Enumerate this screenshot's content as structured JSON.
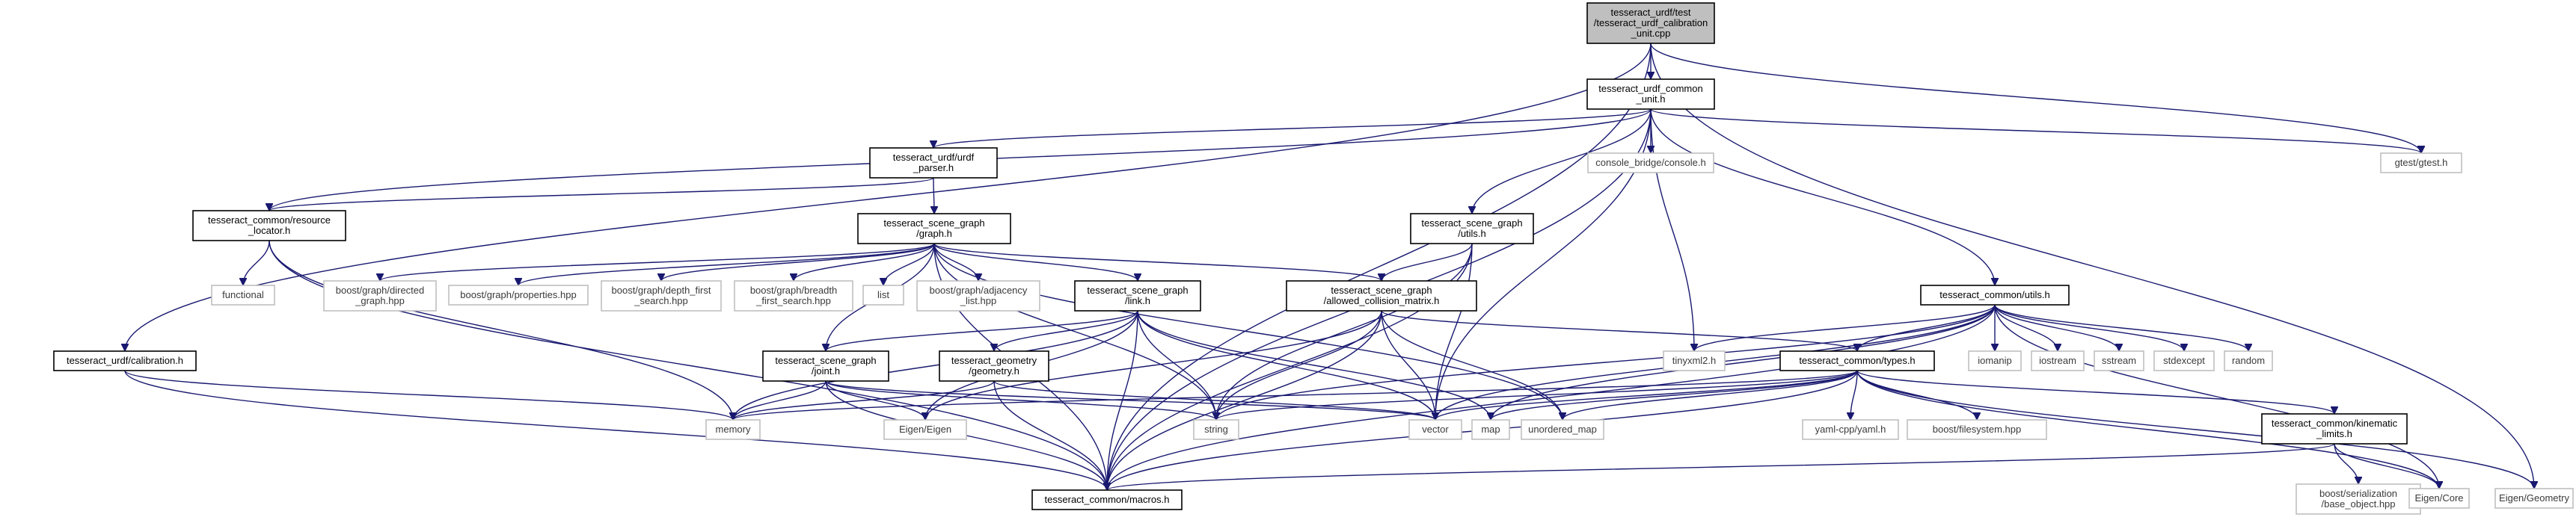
{
  "diagram": {
    "nodes": [
      {
        "id": "root",
        "kind": "root",
        "lines": [
          "tesseract_urdf/test",
          "/tesseract_urdf_calibration",
          "_unit.cpp"
        ]
      },
      {
        "id": "common_unit",
        "kind": "primary",
        "lines": [
          "tesseract_urdf_common",
          "_unit.h"
        ]
      },
      {
        "id": "urdf_parser",
        "kind": "primary",
        "lines": [
          "tesseract_urdf/urdf",
          "_parser.h"
        ]
      },
      {
        "id": "console",
        "kind": "external",
        "lines": [
          "console_bridge/console.h"
        ]
      },
      {
        "id": "gtest",
        "kind": "external",
        "lines": [
          "gtest/gtest.h"
        ]
      },
      {
        "id": "resource_locator",
        "kind": "primary",
        "lines": [
          "tesseract_common/resource",
          "_locator.h"
        ]
      },
      {
        "id": "graph_h",
        "kind": "primary",
        "lines": [
          "tesseract_scene_graph",
          "/graph.h"
        ]
      },
      {
        "id": "sg_utils",
        "kind": "primary",
        "lines": [
          "tesseract_scene_graph",
          "/utils.h"
        ]
      },
      {
        "id": "common_utils",
        "kind": "primary",
        "lines": [
          "tesseract_common/utils.h"
        ]
      },
      {
        "id": "functional",
        "kind": "external",
        "lines": [
          "functional"
        ]
      },
      {
        "id": "directed",
        "kind": "external",
        "lines": [
          "boost/graph/directed",
          "_graph.hpp"
        ]
      },
      {
        "id": "properties",
        "kind": "external",
        "lines": [
          "boost/graph/properties.hpp"
        ]
      },
      {
        "id": "dfs",
        "kind": "external",
        "lines": [
          "boost/graph/depth_first",
          "_search.hpp"
        ]
      },
      {
        "id": "bfs",
        "kind": "external",
        "lines": [
          "boost/graph/breadth",
          "_first_search.hpp"
        ]
      },
      {
        "id": "list",
        "kind": "external",
        "lines": [
          "list"
        ]
      },
      {
        "id": "adjacency",
        "kind": "external",
        "lines": [
          "boost/graph/adjacency",
          "_list.hpp"
        ]
      },
      {
        "id": "link_h",
        "kind": "primary",
        "lines": [
          "tesseract_scene_graph",
          "/link.h"
        ]
      },
      {
        "id": "acm",
        "kind": "primary",
        "lines": [
          "tesseract_scene_graph",
          "/allowed_collision_matrix.h"
        ]
      },
      {
        "id": "calibration",
        "kind": "primary",
        "lines": [
          "tesseract_urdf/calibration.h"
        ]
      },
      {
        "id": "joint_h",
        "kind": "primary",
        "lines": [
          "tesseract_scene_graph",
          "/joint.h"
        ]
      },
      {
        "id": "geometry_h",
        "kind": "primary",
        "lines": [
          "tesseract_geometry",
          "/geometry.h"
        ]
      },
      {
        "id": "tinyxml",
        "kind": "external",
        "lines": [
          "tinyxml2.h"
        ]
      },
      {
        "id": "types_h",
        "kind": "primary",
        "lines": [
          "tesseract_common/types.h"
        ]
      },
      {
        "id": "iomanip",
        "kind": "external",
        "lines": [
          "iomanip"
        ]
      },
      {
        "id": "iostream",
        "kind": "external",
        "lines": [
          "iostream"
        ]
      },
      {
        "id": "sstream",
        "kind": "external",
        "lines": [
          "sstream"
        ]
      },
      {
        "id": "stdexcept",
        "kind": "external",
        "lines": [
          "stdexcept"
        ]
      },
      {
        "id": "random",
        "kind": "external",
        "lines": [
          "random"
        ]
      },
      {
        "id": "memory",
        "kind": "external",
        "lines": [
          "memory"
        ]
      },
      {
        "id": "eigen",
        "kind": "external",
        "lines": [
          "Eigen/Eigen"
        ]
      },
      {
        "id": "string",
        "kind": "external",
        "lines": [
          "string"
        ]
      },
      {
        "id": "vector",
        "kind": "external",
        "lines": [
          "vector"
        ]
      },
      {
        "id": "map",
        "kind": "external",
        "lines": [
          "map"
        ]
      },
      {
        "id": "unordered_map",
        "kind": "external",
        "lines": [
          "unordered_map"
        ]
      },
      {
        "id": "yaml",
        "kind": "external",
        "lines": [
          "yaml-cpp/yaml.h"
        ]
      },
      {
        "id": "filesystem",
        "kind": "external",
        "lines": [
          "boost/filesystem.hpp"
        ]
      },
      {
        "id": "kinematic",
        "kind": "primary",
        "lines": [
          "tesseract_common/kinematic",
          "_limits.h"
        ]
      },
      {
        "id": "macros",
        "kind": "primary",
        "lines": [
          "tesseract_common/macros.h"
        ]
      },
      {
        "id": "serialization",
        "kind": "external",
        "lines": [
          "boost/serialization",
          "/base_object.hpp"
        ]
      },
      {
        "id": "eigen_core",
        "kind": "external",
        "lines": [
          "Eigen/Core"
        ]
      },
      {
        "id": "eigen_geometry",
        "kind": "external",
        "lines": [
          "Eigen/Geometry"
        ]
      }
    ],
    "edges": [
      [
        "root",
        "common_unit"
      ],
      [
        "root",
        "calibration"
      ],
      [
        "root",
        "gtest"
      ],
      [
        "root",
        "macros"
      ],
      [
        "root",
        "eigen_geometry"
      ],
      [
        "common_unit",
        "urdf_parser"
      ],
      [
        "common_unit",
        "console"
      ],
      [
        "common_unit",
        "gtest"
      ],
      [
        "common_unit",
        "resource_locator"
      ],
      [
        "common_unit",
        "sg_utils"
      ],
      [
        "common_unit",
        "common_utils"
      ],
      [
        "common_unit",
        "tinyxml"
      ],
      [
        "common_unit",
        "vector"
      ],
      [
        "common_unit",
        "macros"
      ],
      [
        "urdf_parser",
        "resource_locator"
      ],
      [
        "urdf_parser",
        "graph_h"
      ],
      [
        "resource_locator",
        "functional"
      ],
      [
        "resource_locator",
        "memory"
      ],
      [
        "resource_locator",
        "macros"
      ],
      [
        "graph_h",
        "directed"
      ],
      [
        "graph_h",
        "properties"
      ],
      [
        "graph_h",
        "dfs"
      ],
      [
        "graph_h",
        "bfs"
      ],
      [
        "graph_h",
        "list"
      ],
      [
        "graph_h",
        "adjacency"
      ],
      [
        "graph_h",
        "link_h"
      ],
      [
        "graph_h",
        "acm"
      ],
      [
        "graph_h",
        "joint_h"
      ],
      [
        "graph_h",
        "string"
      ],
      [
        "graph_h",
        "unordered_map"
      ],
      [
        "graph_h",
        "macros"
      ],
      [
        "sg_utils",
        "acm"
      ],
      [
        "sg_utils",
        "string"
      ],
      [
        "sg_utils",
        "vector"
      ],
      [
        "sg_utils",
        "macros"
      ],
      [
        "common_utils",
        "tinyxml"
      ],
      [
        "common_utils",
        "types_h"
      ],
      [
        "common_utils",
        "iomanip"
      ],
      [
        "common_utils",
        "iostream"
      ],
      [
        "common_utils",
        "sstream"
      ],
      [
        "common_utils",
        "stdexcept"
      ],
      [
        "common_utils",
        "random"
      ],
      [
        "common_utils",
        "string"
      ],
      [
        "common_utils",
        "vector"
      ],
      [
        "common_utils",
        "map"
      ],
      [
        "common_utils",
        "eigen_core"
      ],
      [
        "common_utils",
        "macros"
      ],
      [
        "link_h",
        "joint_h"
      ],
      [
        "link_h",
        "geometry_h"
      ],
      [
        "link_h",
        "memory"
      ],
      [
        "link_h",
        "eigen"
      ],
      [
        "link_h",
        "string"
      ],
      [
        "link_h",
        "vector"
      ],
      [
        "link_h",
        "map"
      ],
      [
        "link_h",
        "macros"
      ],
      [
        "acm",
        "types_h"
      ],
      [
        "acm",
        "eigen"
      ],
      [
        "acm",
        "string"
      ],
      [
        "acm",
        "vector"
      ],
      [
        "acm",
        "unordered_map"
      ],
      [
        "acm",
        "macros"
      ],
      [
        "calibration",
        "memory"
      ],
      [
        "calibration",
        "macros"
      ],
      [
        "joint_h",
        "memory"
      ],
      [
        "joint_h",
        "eigen"
      ],
      [
        "joint_h",
        "string"
      ],
      [
        "joint_h",
        "vector"
      ],
      [
        "joint_h",
        "macros"
      ],
      [
        "geometry_h",
        "memory"
      ],
      [
        "geometry_h",
        "vector"
      ],
      [
        "geometry_h",
        "macros"
      ],
      [
        "types_h",
        "memory"
      ],
      [
        "types_h",
        "string"
      ],
      [
        "types_h",
        "vector"
      ],
      [
        "types_h",
        "map"
      ],
      [
        "types_h",
        "unordered_map"
      ],
      [
        "types_h",
        "yaml"
      ],
      [
        "types_h",
        "filesystem"
      ],
      [
        "types_h",
        "kinematic"
      ],
      [
        "types_h",
        "eigen_core"
      ],
      [
        "types_h",
        "eigen_geometry"
      ],
      [
        "types_h",
        "macros"
      ],
      [
        "kinematic",
        "serialization"
      ],
      [
        "kinematic",
        "eigen_core"
      ],
      [
        "kinematic",
        "macros"
      ]
    ]
  },
  "colors": {
    "edge": "#191970",
    "root_fill": "#bfbfbf",
    "primary_border": "#000000",
    "external_border": "#bfbfbf"
  }
}
